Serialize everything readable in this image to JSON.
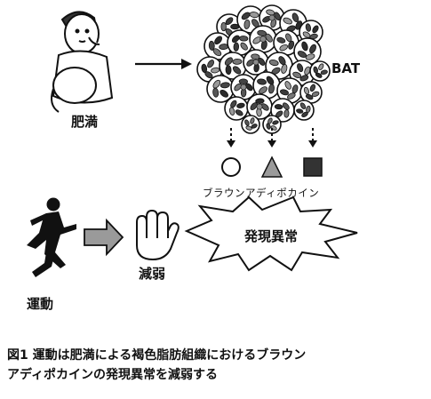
{
  "labels": {
    "obesity": "肥満",
    "bat": "BAT",
    "batokines": "ブラウンアディポカイン",
    "exercise": "運動",
    "attenuation": "減弱",
    "dysregulation": "発現異常"
  },
  "caption": {
    "line1": "図1 運動は肥満による褐色脂肪組織におけるブラウン",
    "line2": "アディポカインの発現異常を減弱する"
  },
  "icons": [
    "obese-person-icon",
    "fat-cells-icon",
    "circle-icon",
    "triangle-icon",
    "square-icon",
    "runner-icon",
    "hand-stop-icon",
    "block-arrow-icon",
    "explosion-icon"
  ],
  "colors": {
    "ink": "#111111",
    "gray": "#9a9a9a",
    "dark": "#333333"
  }
}
